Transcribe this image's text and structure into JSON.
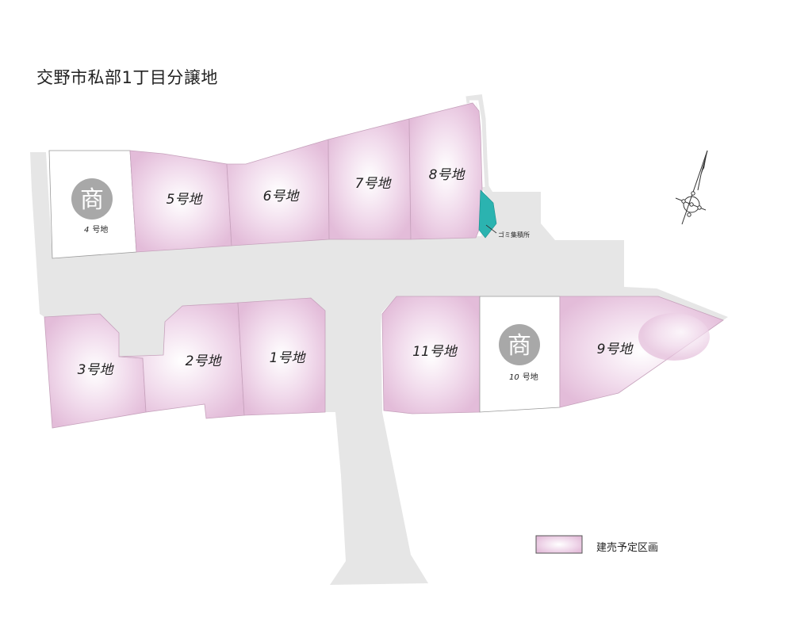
{
  "title": "交野市私部1丁目分譲地",
  "lots": {
    "lot1": "1号地",
    "lot2": "2号地",
    "lot3": "3号地",
    "lot4_num": "4",
    "lot4_suffix": "号地",
    "lot5": "5号地",
    "lot6": "6号地",
    "lot7": "7号地",
    "lot8": "8号地",
    "lot9": "9号地",
    "lot10_num": "10",
    "lot10_suffix": "号地",
    "lot11": "11号地"
  },
  "commercial_badge": "商",
  "garbage_label": "ゴミ集積所",
  "legend": {
    "label": "建売予定区画"
  },
  "colors": {
    "lot_fill": "#e7c2de",
    "lot_center": "#ffffff",
    "road": "#e6e6e6",
    "garbage": "#2bb3b0",
    "badge": "#a8a8a8"
  }
}
